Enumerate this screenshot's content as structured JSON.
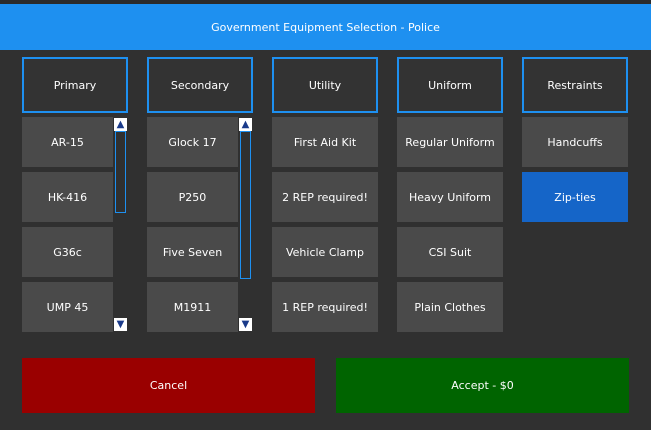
{
  "window": {
    "title": "Government Equipment Selection - Police"
  },
  "columns": {
    "primary": {
      "header": "Primary",
      "items": [
        "AR-15",
        "HK-416",
        "G36c",
        "UMP 45"
      ]
    },
    "secondary": {
      "header": "Secondary",
      "items": [
        "Glock 17",
        "P250",
        "Five Seven",
        "M1911"
      ]
    },
    "utility": {
      "header": "Utility",
      "items": [
        "First Aid Kit",
        "2 REP required!",
        "Vehicle Clamp",
        "1 REP required!"
      ]
    },
    "uniform": {
      "header": "Uniform",
      "items": [
        "Regular Uniform",
        "Heavy Uniform",
        "CSI Suit",
        "Plain Clothes"
      ]
    },
    "restraints": {
      "header": "Restraints",
      "items": [
        "Handcuffs",
        "Zip-ties"
      ],
      "selected": "Zip-ties"
    }
  },
  "scroll_icons": {
    "up": "arrow-up-icon",
    "down": "arrow-down-icon"
  },
  "actions": {
    "cancel_label": "Cancel",
    "accept_label": "Accept - $0"
  },
  "colors": {
    "accent": "#1e90f0",
    "selected": "#1565c8",
    "cancel": "#9a0000",
    "accept": "#006400",
    "background": "#303030",
    "item": "#4a4a4a"
  }
}
